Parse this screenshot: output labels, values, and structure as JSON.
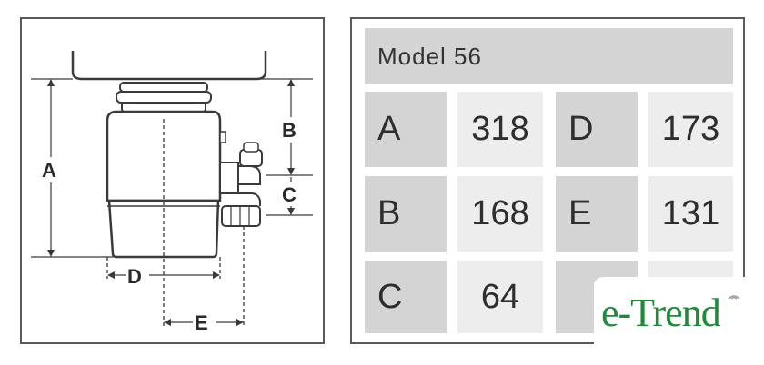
{
  "diagram": {
    "dimension_labels": {
      "A": "A",
      "B": "B",
      "C": "C",
      "D": "D",
      "E": "E"
    }
  },
  "table": {
    "model": "Model 56",
    "rows": [
      {
        "letter": "A",
        "value": "318",
        "letter2": "D",
        "value2": "173"
      },
      {
        "letter": "B",
        "value": "168",
        "letter2": "E",
        "value2": "131"
      },
      {
        "letter": "C",
        "value": "64",
        "letter2": "",
        "value2": ""
      }
    ]
  },
  "logo": {
    "text": "e-Trend",
    "color": "#1f8a3a"
  },
  "colors": {
    "border": "#5a5a5a",
    "cell_dark": "#d4d4d4",
    "cell_light": "#ededed",
    "drawing": "#3a3a3a"
  }
}
